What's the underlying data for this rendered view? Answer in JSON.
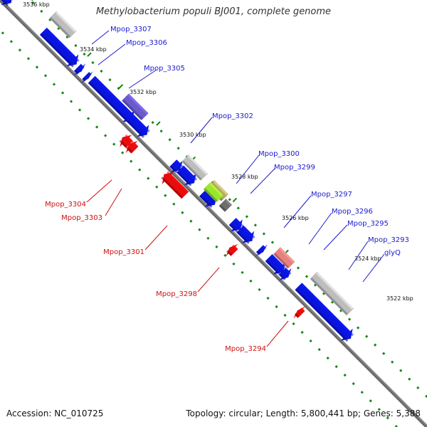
{
  "title": "Methylobacterium populi BJ001, complete genome",
  "footer": {
    "accession": "Accession: NC_010725",
    "stats": "Topology: circular; Length: 5,800,441 bp; Genes: 5,388"
  },
  "ticks": [
    "3536 kbp",
    "3534 kbp",
    "3532 kbp",
    "3530 kbp",
    "3528 kbp",
    "3526 kbp",
    "3524 kbp",
    "3522 kbp"
  ],
  "labels_forward": [
    "Mpop_3307",
    "Mpop_3306",
    "Mpop_3305",
    "Mpop_3302",
    "Mpop_3300",
    "Mpop_3299",
    "Mpop_3297",
    "Mpop_3296",
    "Mpop_3295",
    "Mpop_3293",
    "glyQ"
  ],
  "labels_reverse": [
    "Mpop_3304",
    "Mpop_3303",
    "Mpop_3301",
    "Mpop_3298",
    "Mpop_3294"
  ],
  "colors": {
    "forward_cds": "#0a14e0",
    "reverse_cds": "#e80c0c",
    "gene_grey": "#bdbdbd",
    "gene_purple": "#6a5acd",
    "gene_olive": "#b5a86a",
    "gene_green": "#9ae62e",
    "gene_dark": "#6e6e6e",
    "gene_pink": "#e88080",
    "backbone": "#808080",
    "ruler": "#118811",
    "forward_label": "#1a1acc",
    "reverse_label": "#cc1111"
  }
}
